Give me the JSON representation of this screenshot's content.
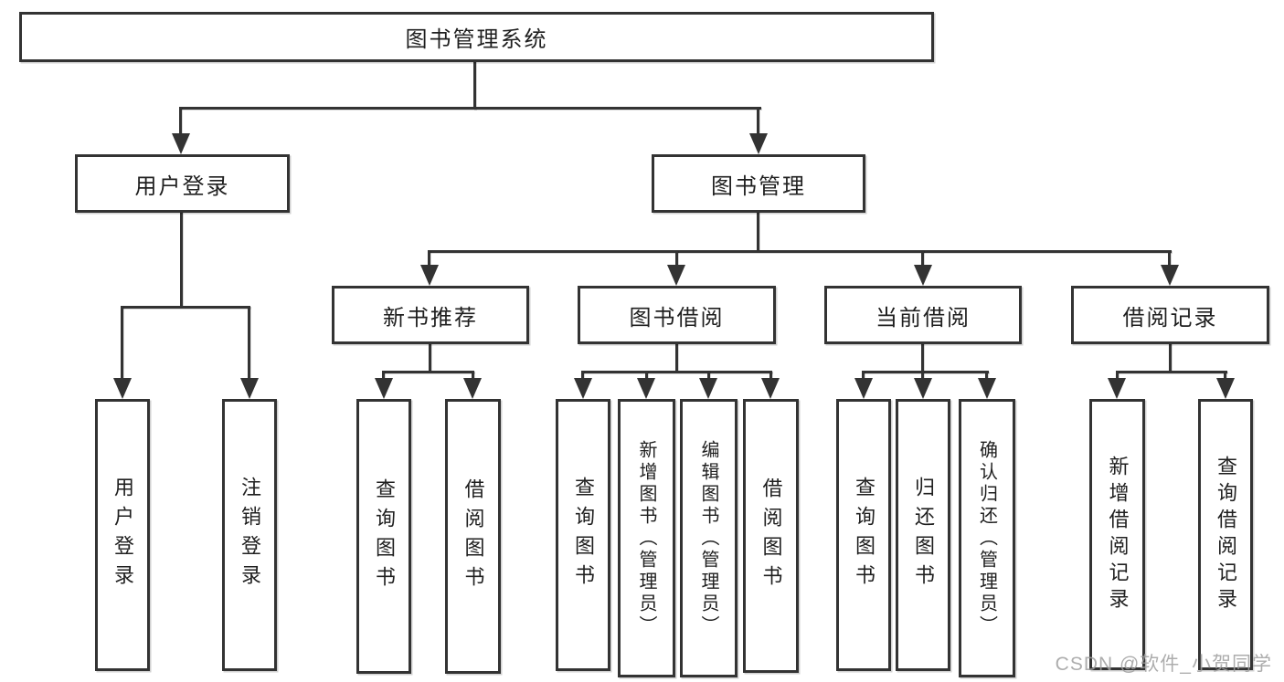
{
  "tree": {
    "root": {
      "label": "图书管理系统"
    },
    "branches": {
      "user_login": {
        "label": "用户登录",
        "children": [
          {
            "label": "用户登录"
          },
          {
            "label": "注销登录"
          }
        ]
      },
      "book_mgmt": {
        "label": "图书管理",
        "children": [
          {
            "label": "新书推荐",
            "children": [
              {
                "label": "查询图书"
              },
              {
                "label": "借阅图书"
              }
            ]
          },
          {
            "label": "图书借阅",
            "children": [
              {
                "label": "查询图书"
              },
              {
                "label": "新增图书（管理员）"
              },
              {
                "label": "编辑图书（管理员）"
              },
              {
                "label": "借阅图书"
              }
            ]
          },
          {
            "label": "当前借阅",
            "children": [
              {
                "label": "查询图书"
              },
              {
                "label": "归还图书"
              },
              {
                "label": "确认归还（管理员）"
              }
            ]
          },
          {
            "label": "借阅记录",
            "children": [
              {
                "label": "新增借阅记录"
              },
              {
                "label": "查询借阅记录"
              }
            ]
          }
        ]
      }
    }
  },
  "watermark": {
    "text": "CSDN @软件_小贺同学"
  },
  "colors": {
    "line": "#333333",
    "text": "#1f1f1f",
    "watermark_gray": "#9f9f9f",
    "background": "#ffffff"
  }
}
